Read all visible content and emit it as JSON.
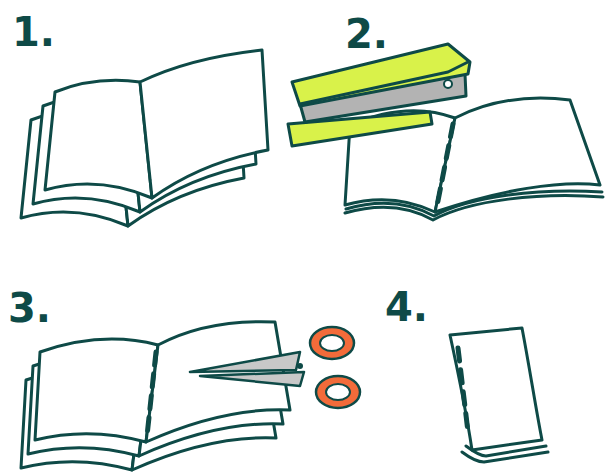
{
  "diagram": {
    "labels": [
      "1.",
      "2.",
      "3.",
      "4."
    ]
  }
}
